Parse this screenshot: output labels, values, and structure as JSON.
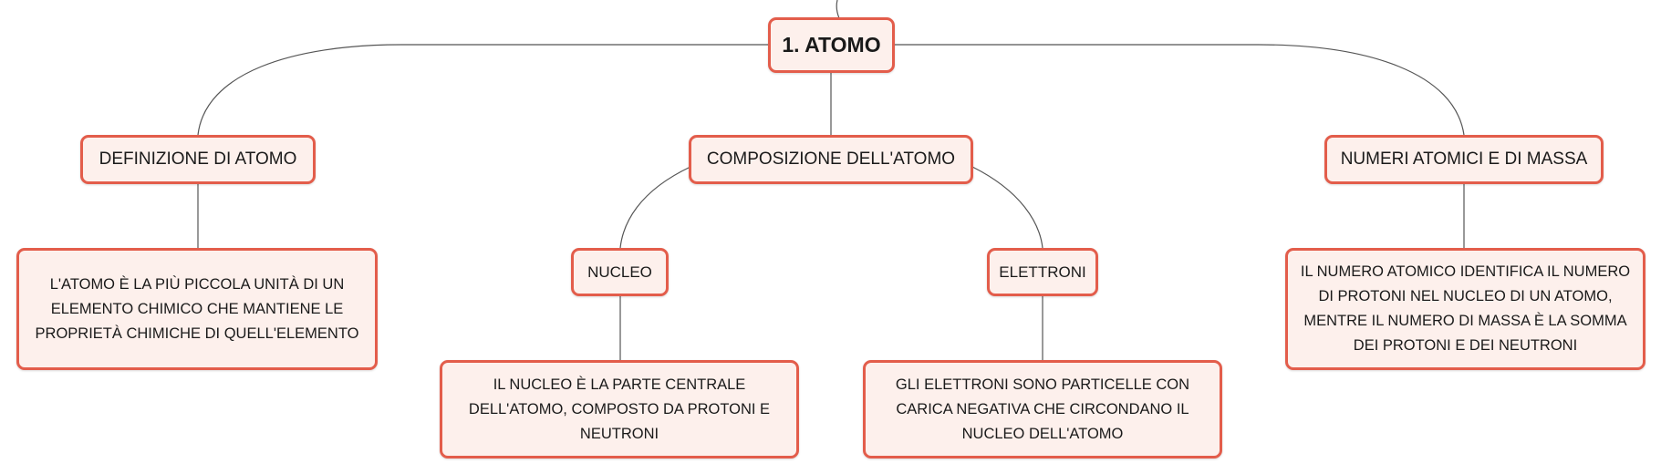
{
  "diagram": {
    "root": {
      "label": "1. ATOMO"
    },
    "definizione": {
      "label": "DEFINIZIONE DI ATOMO",
      "description": "L'ATOMO È LA PIÙ PICCOLA UNITÀ DI UN ELEMENTO CHIMICO CHE MANTIENE LE PROPRIETÀ CHIMICHE DI QUELL'ELEMENTO"
    },
    "composizione": {
      "label": "COMPOSIZIONE DELL'ATOMO",
      "nucleo": {
        "label": "NUCLEO",
        "description": "IL NUCLEO È LA PARTE CENTRALE DELL'ATOMO, COMPOSTO DA PROTONI E NEUTRONI"
      },
      "elettroni": {
        "label": "ELETTRONI",
        "description": "GLI ELETTRONI SONO PARTICELLE CON CARICA NEGATIVA CHE CIRCONDANO IL NUCLEO DELL'ATOMO"
      }
    },
    "numeri": {
      "label": "NUMERI ATOMICI E DI MASSA",
      "description": "IL NUMERO ATOMICO IDENTIFICA IL NUMERO DI PROTONI NEL NUCLEO DI UN ATOMO, MENTRE IL NUMERO DI MASSA È LA SOMMA DEI PROTONI E DEI NEUTRONI"
    }
  },
  "colors": {
    "node_border": "#e35d4b",
    "node_fill": "#fdf0ec",
    "connector": "#555555"
  }
}
